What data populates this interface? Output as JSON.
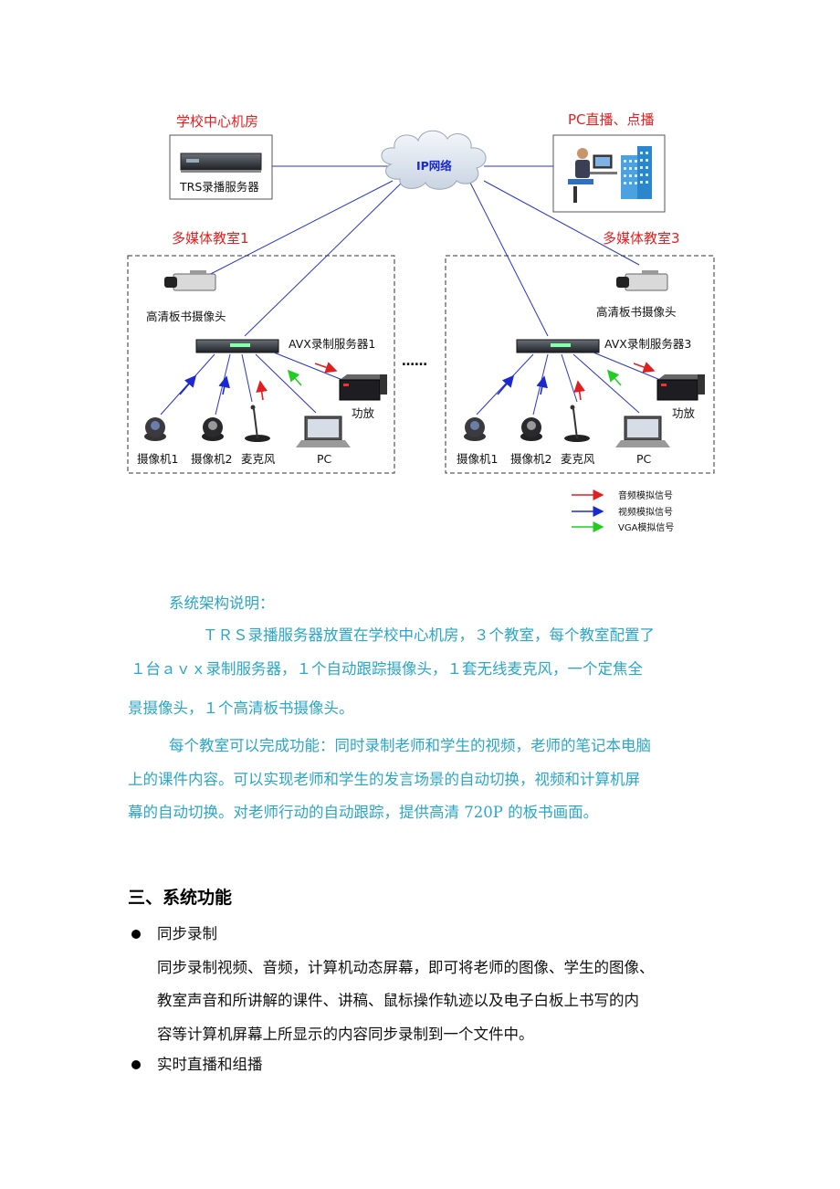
{
  "diagram": {
    "labels": {
      "school_room": "学校中心机房",
      "pc_live": "PC直播、点播",
      "ip_network": "IP网络",
      "trs_server": "TRS录播服务器",
      "classroom1": "多媒体教室1",
      "classroom3": "多媒体教室3",
      "hd_cam1": "高清板书摄像头",
      "hd_cam3": "高清板书摄像头",
      "avx1": "AVX录制服务器1",
      "avx3": "AVX录制服务器3",
      "amp1": "功放",
      "amp3": "功放",
      "ellipsis": "……",
      "c1_cam1": "摄像机1",
      "c1_cam2": "摄像机2",
      "c1_mic": "麦克风",
      "c1_pc": "PC",
      "c3_cam1": "摄像机1",
      "c3_cam2": "摄像机2",
      "c3_mic": "麦克风",
      "c3_pc": "PC"
    },
    "legend": [
      {
        "label": "音频模拟信号",
        "color": "#e02020"
      },
      {
        "label": "视频模拟信号",
        "color": "#1a2ad0"
      },
      {
        "label": "VGA模拟信号",
        "color": "#22cc22"
      }
    ],
    "colors": {
      "title_red": "#e02020",
      "link_blue": "#2a35c8",
      "text_cyan": "#2aa6c6"
    }
  },
  "architecture": {
    "title": "系统架构说明：",
    "p1_line1": "ＴＲＳ录播服务器放置在学校中心机房，３个教室，每个教室配置了",
    "p1_line2": "１台ａｖｘ录制服务器，１个自动跟踪摄像头，１套无线麦克风，一个定焦全",
    "p1_line3": "景摄像头，１个高清板书摄像头。",
    "p2_line1": "每个教室可以完成功能：同时录制老师和学生的视频，老师的笔记本电脑",
    "p2_line2": "上的课件内容。可以实现老师和学生的发言场景的自动切换，视频和计算机屏",
    "p2_line3": "幕的自动切换。对老师行动的自动跟踪，提供高清 720P 的板书画面。"
  },
  "section": {
    "heading": "三、系统功能",
    "items": [
      {
        "title": "同步录制",
        "lines": [
          "同步录制视频、音频，计算机动态屏幕，即可将老师的图像、学生的图像、",
          "教室声音和所讲解的课件、讲稿、鼠标操作轨迹以及电子白板上书写的内",
          "容等计算机屏幕上所显示的内容同步录制到一个文件中。"
        ]
      },
      {
        "title": "实时直播和组播",
        "lines": []
      }
    ]
  }
}
